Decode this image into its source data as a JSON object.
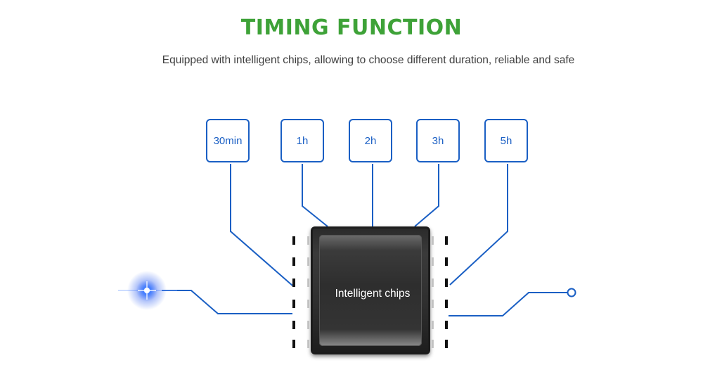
{
  "header": {
    "title": "TIMING FUNCTION",
    "subtitle": "Equipped with intelligent chips, allowing to choose different duration, reliable and safe"
  },
  "options": [
    {
      "label": "30min"
    },
    {
      "label": "1h"
    },
    {
      "label": "2h"
    },
    {
      "label": "3h"
    },
    {
      "label": "5h"
    }
  ],
  "chip": {
    "label": "Intelligent chips"
  },
  "colors": {
    "title": "#3ea238",
    "line": "#1a5fc4",
    "chip": "#2b2b2b"
  }
}
